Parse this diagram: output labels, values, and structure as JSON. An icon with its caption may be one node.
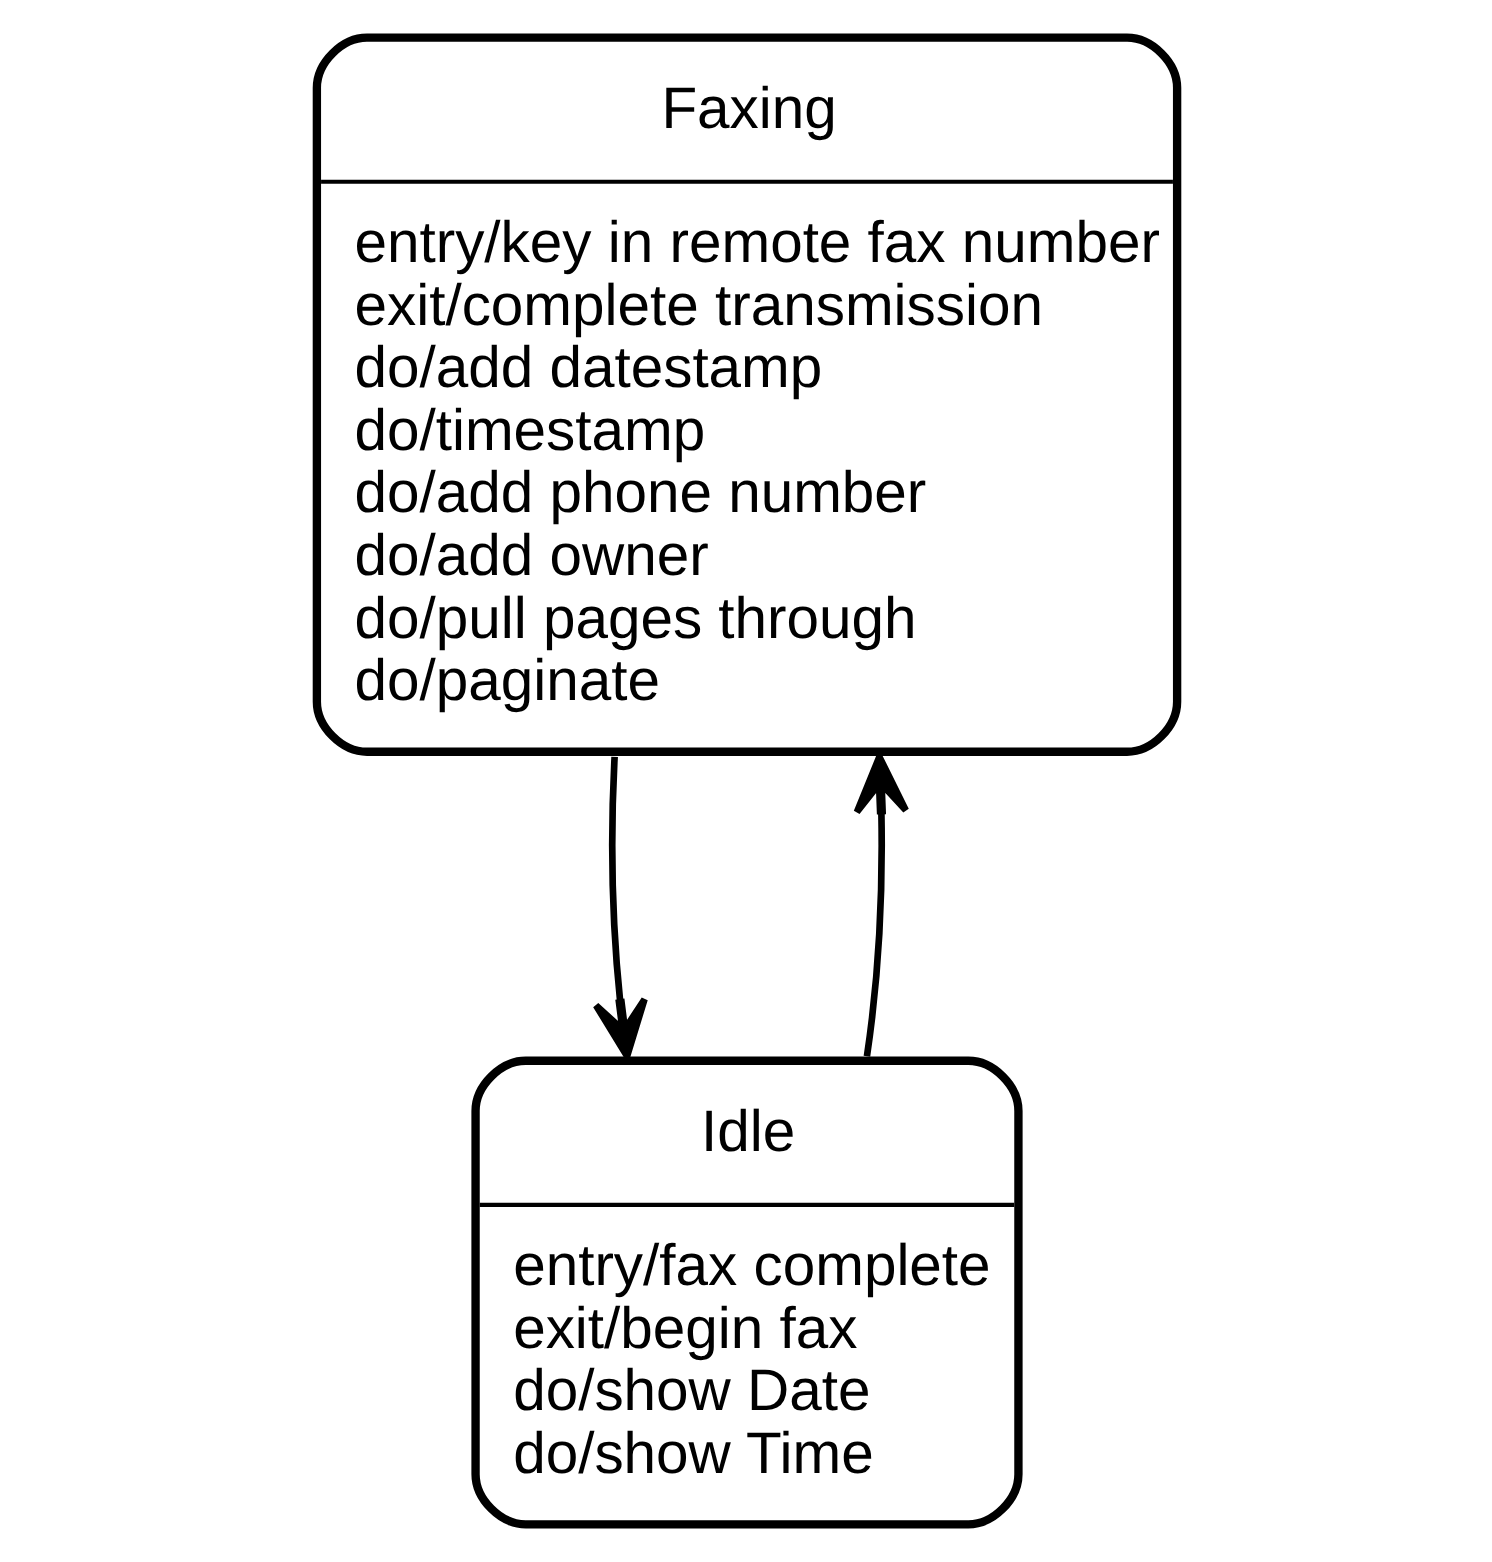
{
  "diagram": {
    "nodes": [
      {
        "text": [
          "Faxing",
          "entry/key in remote fax number",
          "exit/complete transmission",
          "do/add datestamp",
          "do/timestamp",
          "do/add phone number",
          "do/add owner",
          "do/pull pages through",
          "do/paginate"
        ]
      },
      {
        "text": [
          "Idle",
          "entry/fax complete",
          "exit/begin fax",
          "do/show Date",
          "do/show Time"
        ]
      }
    ],
    "edges": [
      {
        "from": 0,
        "to": 1,
        "arrow": "to"
      },
      {
        "from": 1,
        "to": 0,
        "arrow": "to"
      }
    ]
  }
}
